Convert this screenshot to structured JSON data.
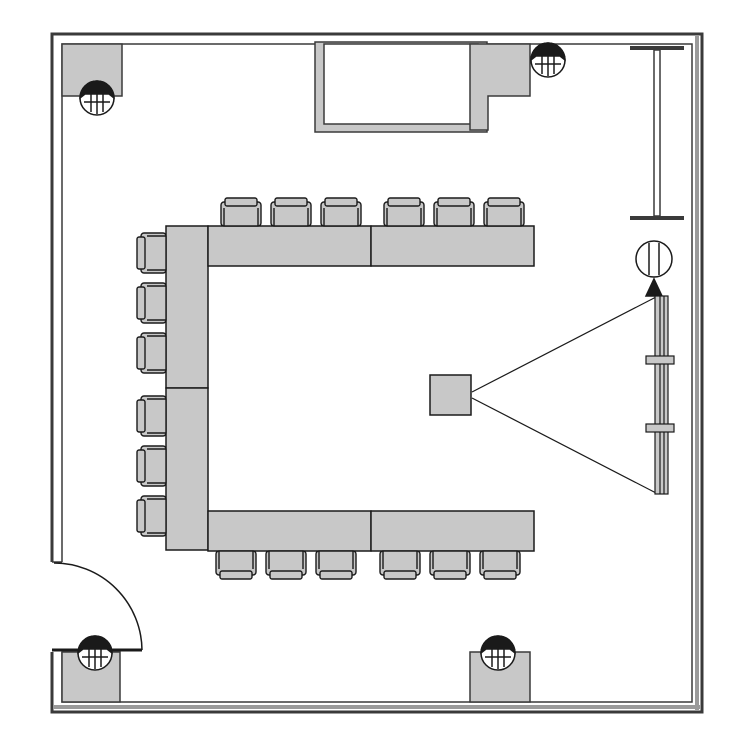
{
  "plan": {
    "colors": {
      "background": "#ffffff",
      "wall_fill": "#c8c8c8",
      "wall_stroke": "#3a3a3a",
      "furniture_fill": "#c8c8c8",
      "line": "#1a1a1a"
    },
    "room": {
      "walls": "outer-walls",
      "door": "door-swing",
      "window": "window-bay",
      "whiteboard": "whiteboard-stand"
    },
    "conference_table": {
      "shape": "u-shape",
      "segments": 6,
      "seat_count": 18,
      "seat_groups": [
        {
          "side": "top",
          "count": 6
        },
        {
          "side": "left",
          "count": 6
        },
        {
          "side": "bottom",
          "count": 6
        }
      ]
    },
    "columns": {
      "count": 4,
      "icon": "column-light-icon"
    },
    "presentation": {
      "projector": "projector-icon",
      "screen": "projection-screen",
      "beam": "projection-beam",
      "ceiling_fixture": "ceiling-fixture-icon"
    }
  }
}
